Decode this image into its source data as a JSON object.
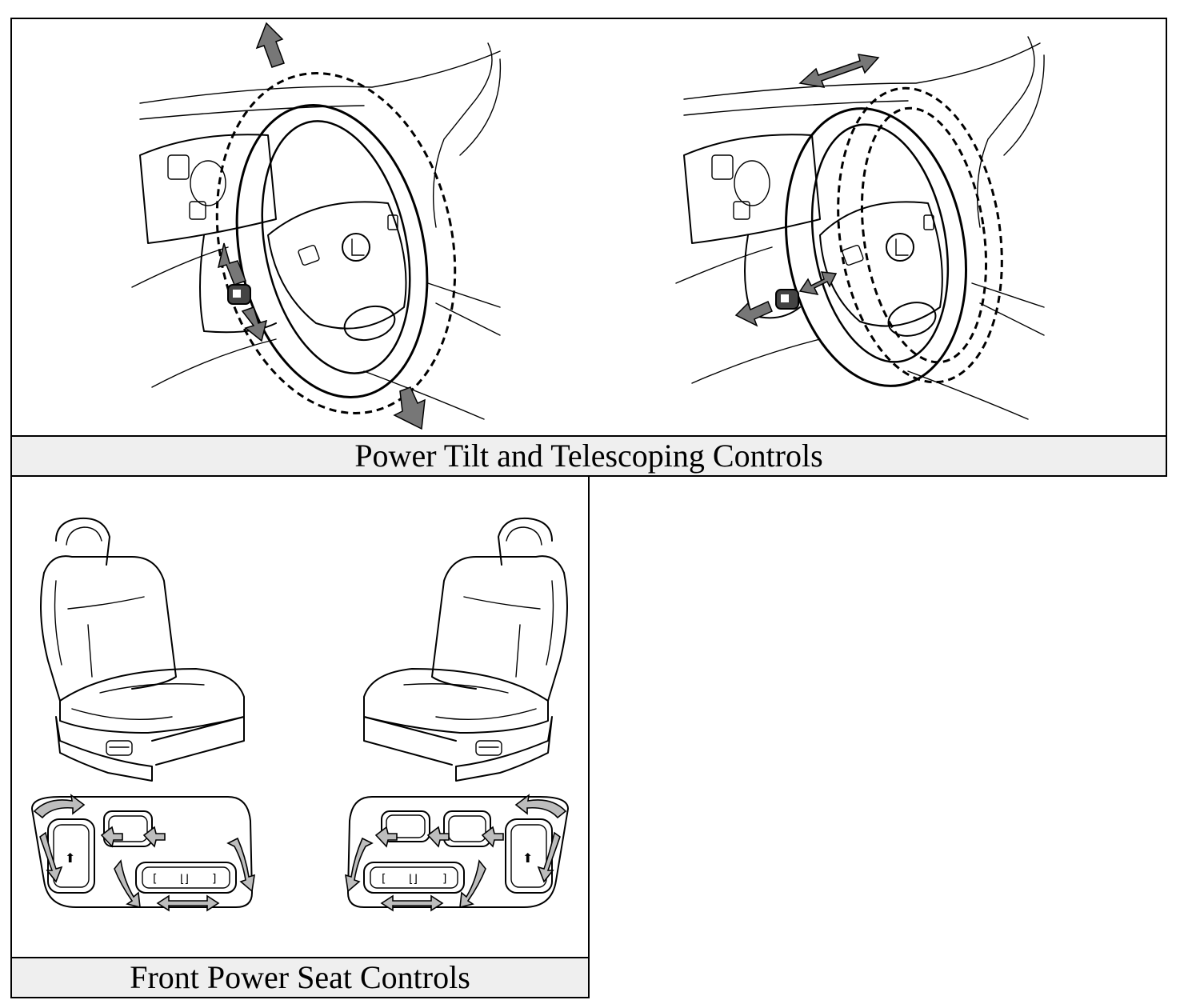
{
  "figures": [
    {
      "caption": "Power Tilt and Telescoping Controls",
      "illustrations": [
        "steering-wheel-tilt",
        "steering-wheel-telescope"
      ]
    },
    {
      "caption": "Front Power Seat Controls",
      "illustrations": [
        "driver-seat",
        "passenger-seat",
        "driver-seat-switch-panel",
        "passenger-seat-switch-panel"
      ]
    }
  ]
}
